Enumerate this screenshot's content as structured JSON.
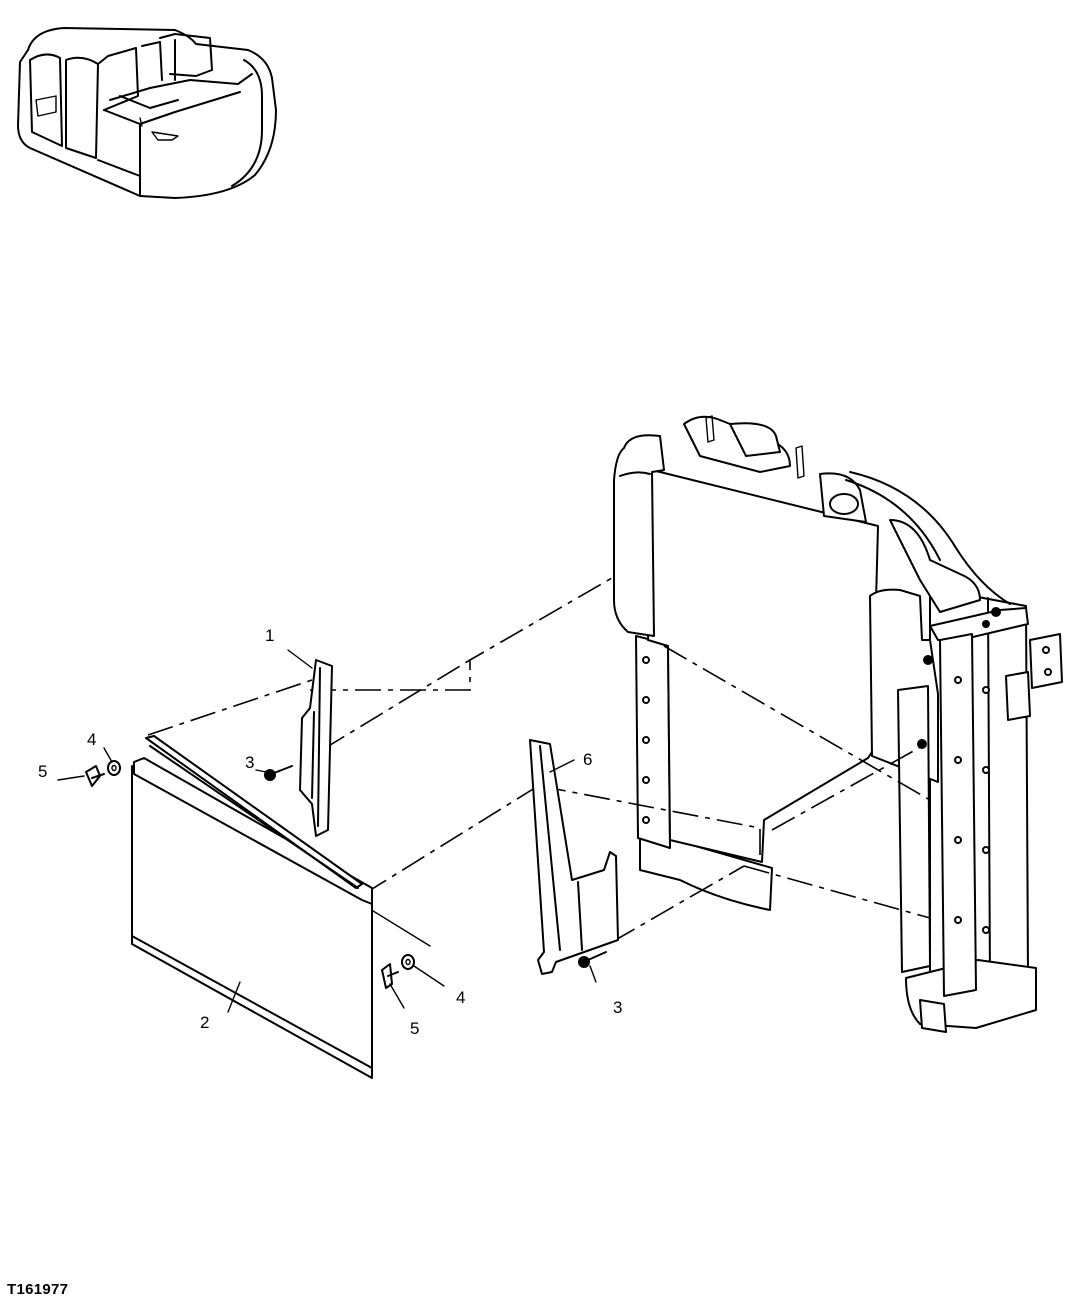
{
  "figure_id": "T161977",
  "callouts": {
    "bracket_left": "1",
    "screen": "2",
    "bolt_left": "3",
    "bolt_right": "3",
    "washer_left": "4",
    "washer_right": "4",
    "wing_nut_left": "5",
    "wing_nut_right": "5",
    "bracket_right": "6"
  }
}
